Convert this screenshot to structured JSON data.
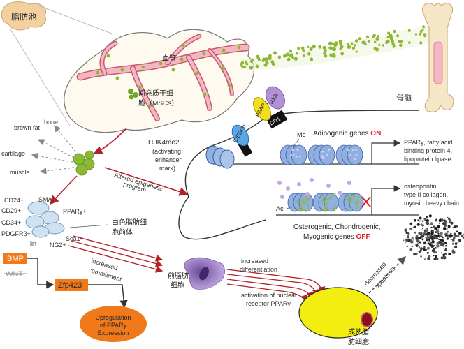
{
  "regions": {
    "adipose_tissue": "脂肪池",
    "blood_vessel": "血管",
    "bone_marrow": "骨髓"
  },
  "cells": {
    "msc_line1": "间充质干细",
    "msc_line2": "胞（MSCs）",
    "preadipocyte_line1": "白色脂肪细",
    "preadipocyte_line2": "胞前体",
    "preadipocyte_cn_line1": "前脂肪",
    "preadipocyte_cn_line2": "细胞",
    "mature_adipocyte_line1": "成熟脂",
    "mature_adipocyte_line2": "肪细胞"
  },
  "fates": [
    "bone",
    "brown fat",
    "cartilage",
    "muscle"
  ],
  "markers": {
    "left": [
      "CD24+",
      "CD29+",
      "CD34+",
      "PDGFRβ+"
    ],
    "sma": "SMA",
    "lin": "lin-",
    "ng2": "NG2+",
    "ppar": "PPARγ+",
    "sca1": "Sca1+"
  },
  "signals": {
    "bmp": "BMP",
    "wnt": "WNT",
    "zfp423": "Zfp423",
    "upregulation_line1": "Upregulation",
    "upregulation_line2": "of PPARγ",
    "upregulation_line3": "Expression"
  },
  "arrows": {
    "altered_line1": "Altered epigenetic",
    "altered_line2": "program",
    "increased_commitment_line1": "increased",
    "increased_commitment_line2": "commitment",
    "increased_differentiation_line1": "increased",
    "increased_differentiation_line2": "differentiation",
    "activation_line1": "activation of nuclear",
    "activation_line2": "receptor PPARγ",
    "decreased_apoptosis_line1": "decreased",
    "decreased_apoptosis_line2": "apoptosis"
  },
  "epigenetics": {
    "h3k4me2_line1": "H3K4me2",
    "h3k4me2_line2": "(activating",
    "h3k4me2_line3": "enhancer",
    "h3k4me2_line4": "mark)",
    "cebp": "C/EBPα",
    "ppar": "PPARγ",
    "rxr": "RXR",
    "dr1": "DR1",
    "me": "Me",
    "ac": "Ac",
    "adipogenic_prefix": "Adipogenic genes ",
    "adipogenic_state": "ON",
    "adipogenic_targets_line1": "PPARγ, fatty acid",
    "adipogenic_targets_line2": "binding protein 4,",
    "adipogenic_targets_line3": "lipoprotein lipase",
    "other_line1": "Osterogenic, Chondrogenic,",
    "other_line2_prefix": "Myogenic genes ",
    "other_state": "OFF",
    "other_targets_line1": "osteopontin,",
    "other_targets_line2": "type II collagen,",
    "other_targets_line3": "myosin heavy chain"
  },
  "colors": {
    "arrow_red": "#b2202a",
    "on": "#e0181b",
    "off": "#e0181b",
    "msc_green": "#8bb935",
    "orange_box": "#f07a1a",
    "nucleosome_blue": "#8fb0e0",
    "cebp_blue": "#5aa7e6",
    "ppar_yellow": "#f3de1e",
    "rxr_purple": "#b391d6",
    "adipocyte_yellow": "#f4ee10"
  }
}
